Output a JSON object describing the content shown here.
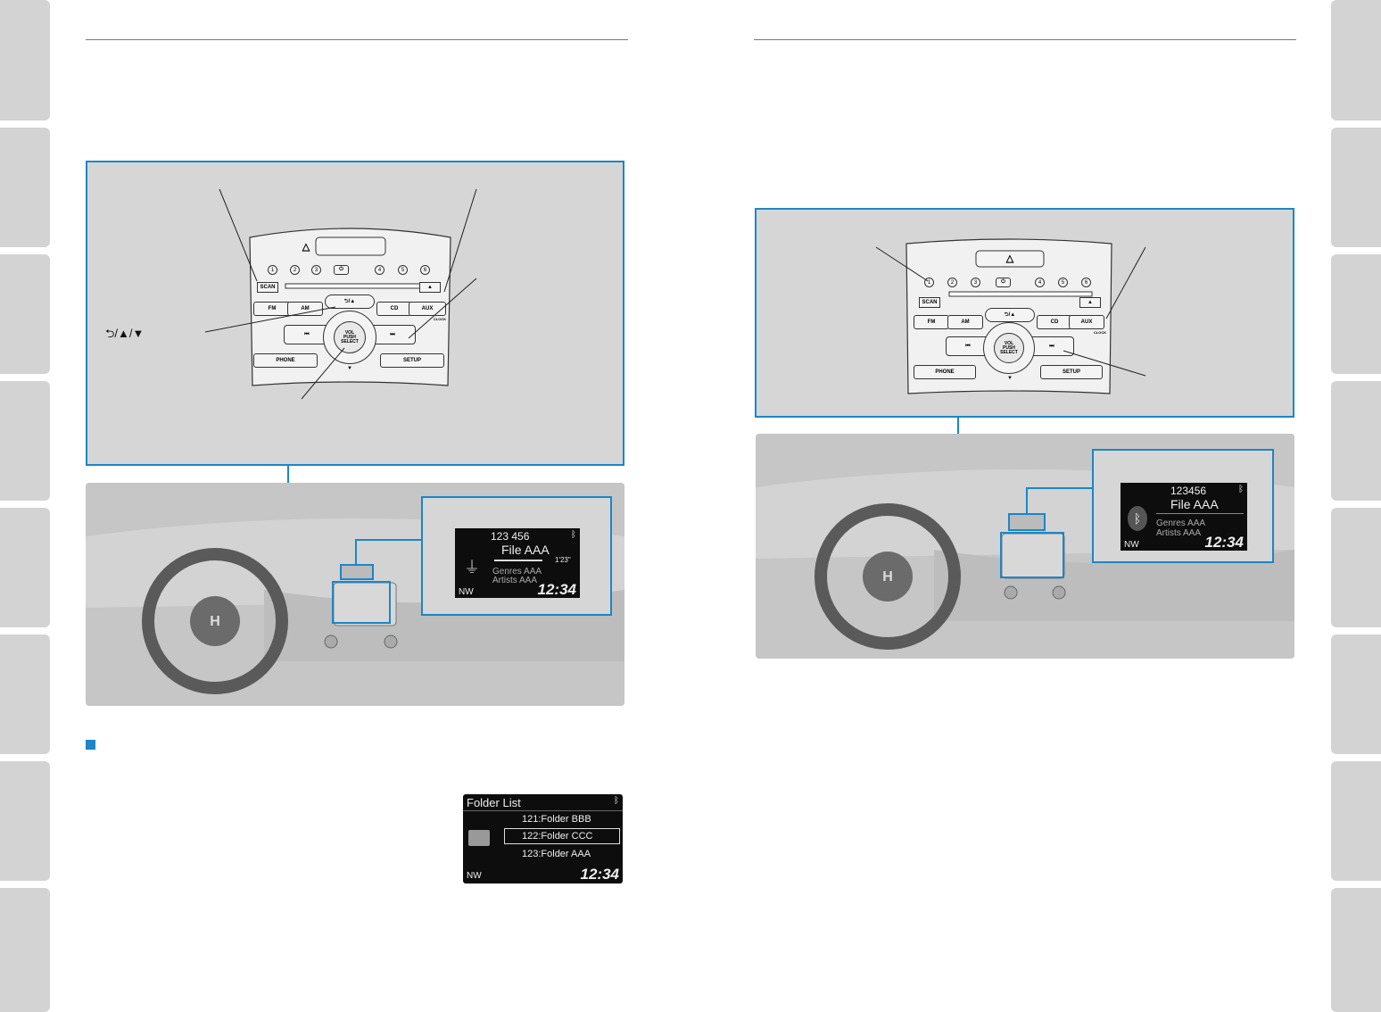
{
  "left_panel": {
    "nav_symbols": "⮌/▲/▼",
    "radio": {
      "scan": "SCAN",
      "fm": "FM",
      "am": "AM",
      "cd": "CD",
      "aux": "AUX",
      "phone": "PHONE",
      "setup": "SETUP",
      "eject": "▲",
      "hazard": "△",
      "presets": [
        "1",
        "2",
        "3",
        "4",
        "5",
        "6"
      ],
      "power": "⏻",
      "back_up": "⮌/▲",
      "down": "▼",
      "seek_back": "⏮",
      "seek_fwd": "⏭",
      "knob": "VOL\nPUSH\nSELECT",
      "clock": "CLOCK"
    }
  },
  "left_screen": {
    "top": "123 456",
    "title": "File AAA",
    "time_elapsed": "1'23\"",
    "genre": "Genres AAA",
    "artist": "Artists AAA",
    "compass": "NW",
    "clock": "12:34"
  },
  "folder_screen": {
    "title": "Folder List",
    "items": [
      "121:Folder BBB",
      "122:Folder CCC",
      "123:Folder AAA"
    ],
    "compass": "NW",
    "clock": "12:34"
  },
  "right_screen": {
    "top": "123456",
    "title": "File AAA",
    "genre": "Genres AAA",
    "artist": "Artists AAA",
    "compass": "NW",
    "clock": "12:34"
  },
  "colors": {
    "accent": "#1b86c8",
    "tab": "#d3d3d3",
    "panel": "#d6d6d6"
  }
}
